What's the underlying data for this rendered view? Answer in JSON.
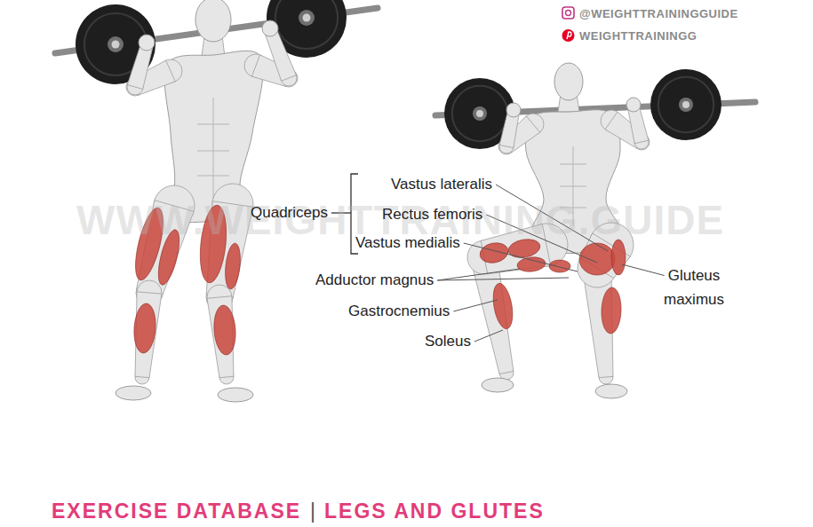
{
  "diagram": {
    "labels": [
      "@WEIGHTTRAININGGUIDE",
      "WEIGHTTRAININGG",
      "WWW.WEIGHTTRAINING.GUIDE",
      "Quadriceps",
      "Vastus lateralis",
      "Rectus femoris",
      "Vastus medialis",
      "Adductor magnus",
      "Gastrocnemius",
      "Soleus",
      "Gluteus maximus",
      "EXERCISE DATABASE",
      "|",
      "LEGS AND GLUTES"
    ]
  }
}
